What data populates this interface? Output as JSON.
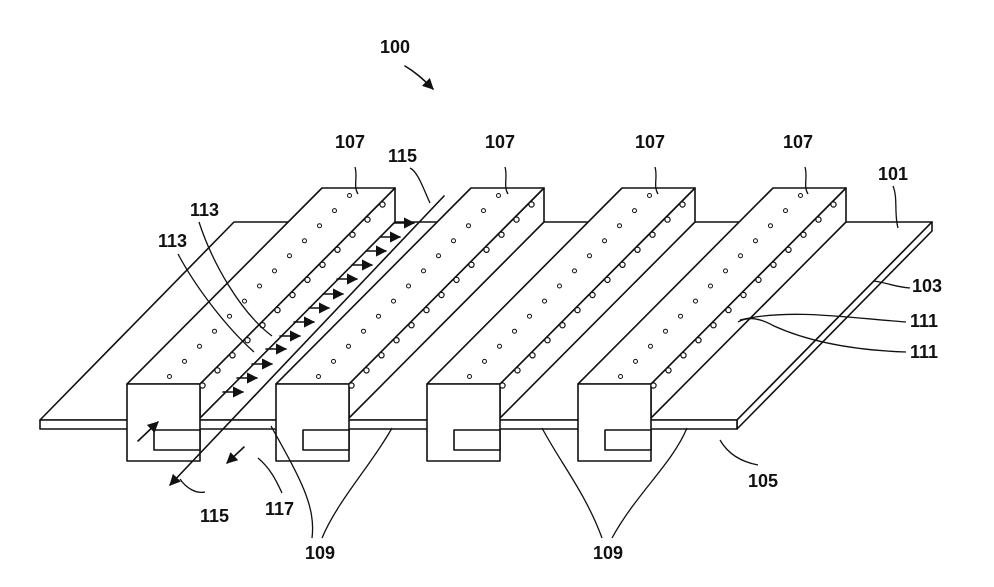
{
  "figure": {
    "ref_100": "100",
    "ref_101": "101",
    "ref_103": "103",
    "ref_105": "105",
    "ref_107": "107",
    "ref_109": "109",
    "ref_111": "111",
    "ref_113": "113",
    "ref_115": "115",
    "ref_117": "117"
  }
}
